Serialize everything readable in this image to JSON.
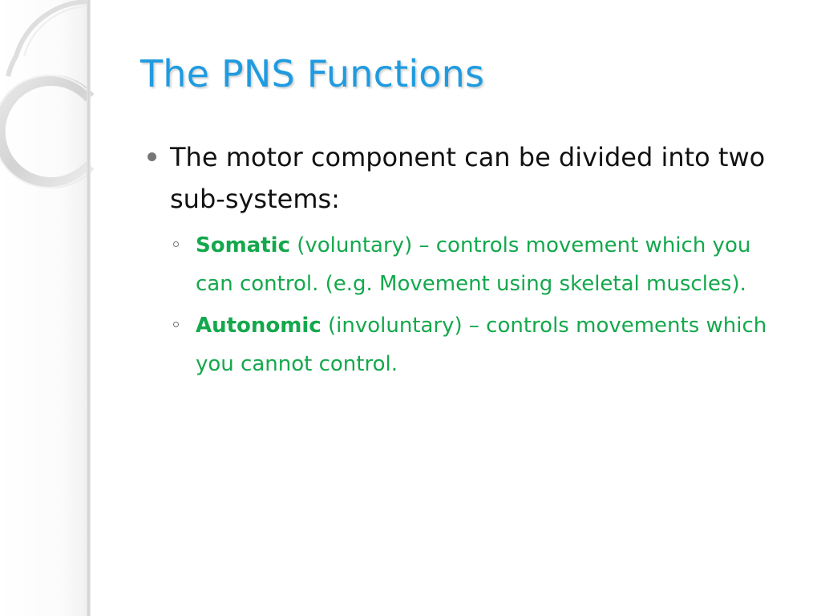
{
  "slide": {
    "title": "The PNS Functions",
    "bullets": [
      {
        "text": "The motor component can be divided into two sub-systems:",
        "sub_bullets": [
          {
            "term": "Somatic",
            "text": " (voluntary) – controls movement which you can control. (e.g. Movement using skeletal muscles)."
          },
          {
            "term": "Autonomic",
            "text": " (involuntary) – controls movements which you cannot control."
          }
        ]
      }
    ]
  },
  "colors": {
    "title": "#1f9be0",
    "body_text": "#111111",
    "sub_text": "#14a84c",
    "bullet": "#777777",
    "background": "#ffffff"
  }
}
